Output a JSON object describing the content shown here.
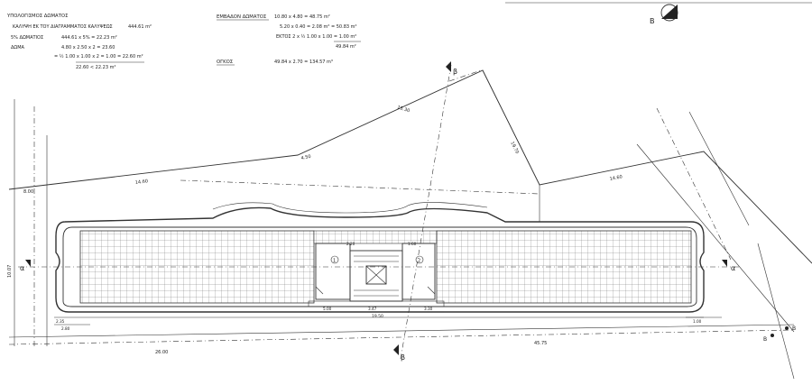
{
  "calc_left": {
    "title": "ΥΠΟΛΟΓΙΣΜΟΣ ΔΩΜΑΤΟΣ",
    "line1": "ΚΑΛΥΨΗ ΕΚ ΤΟΥ ΔΙΑΓΡΑΜΜΑΤΟΣ ΚΑΛΥΨΕΩΣ",
    "line1_value": "444.61 m²",
    "line2_label": "5%  ΔΩΜΑΤΙΟΣ",
    "line2_value": "444.61 x 5% = 22.23 m²",
    "line3_label": "ΔΩΜΑ",
    "line3_value": "4.80 x 2.50 x 2 = 23.60",
    "line4_value": "= ½ 1.00 x 1.00 x 2 = 1.00 = 22.60 m²",
    "line5_value": "22.60 < 22.23 m²"
  },
  "calc_right": {
    "title": "ΕΜΒΑΔΟΝ ΔΩΜΑΤΟΣ",
    "line1": "10.80 x 4.80 = 48.75 m²",
    "line2": "5.20 x 0.40 = 2.08 m² = 50.83 m²",
    "line3": "ΕΚΤΟΣ  2 x ½ 1.00 x 1.00 = 1.00 m²",
    "line4": "49.84 m²",
    "volume_label": "ΟΓΚΟΣ",
    "volume_value": "49.84 x 2.70 = 134.57 m³"
  },
  "north_arrow": {
    "label": "B"
  },
  "section_markers": {
    "alpha_left": "α",
    "alpha_right": "α",
    "beta_top": "β",
    "beta_bottom": "β"
  },
  "rooms": {
    "room1": "1",
    "room2": "2"
  },
  "dimensions": {
    "d_1530": "15.30",
    "d_1970": "19.70",
    "d_450": "4.50",
    "d_1460_left": "14.60",
    "d_1460_right": "14.60",
    "d_800": "8.00",
    "d_1707": "10.07",
    "d_2600": "26.00",
    "d_4575": "45.75",
    "d_1950": "19.50",
    "d_500": "5.00",
    "d_235": "2.35",
    "d_280": "2.80",
    "d_100": "1.00",
    "d_347": "3.47",
    "d_330": "3.30",
    "d_220": "2.20",
    "d_160": "1.60"
  },
  "corner_labels": {
    "b1": "B",
    "b2": "B"
  }
}
